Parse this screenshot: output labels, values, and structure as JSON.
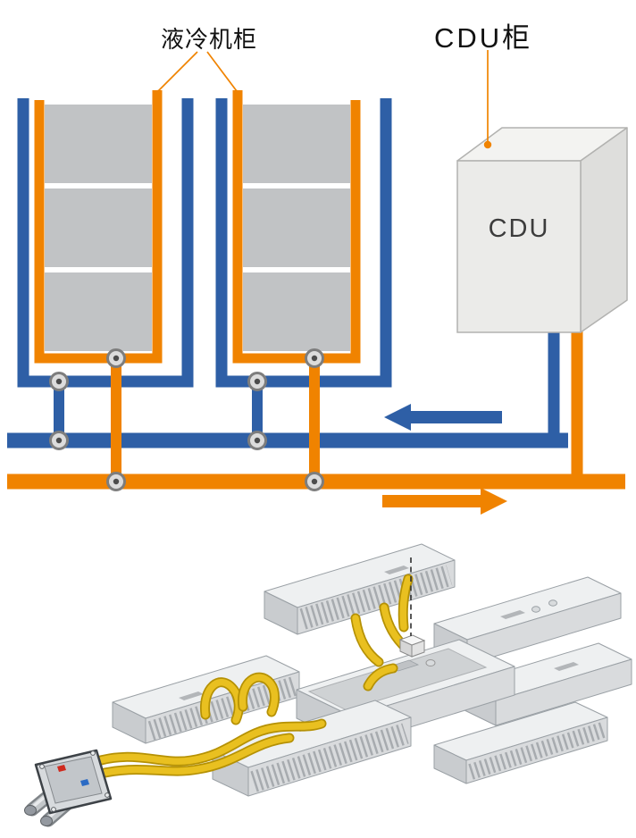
{
  "colors": {
    "pipe-blue": "#2e5fa6",
    "pipe-orange": "#f08300",
    "server-gray": "#c1c3c5",
    "hose-yellow": "#e9c020",
    "hose-dark": "#b59104"
  },
  "labels": {
    "liquid_cooling_cabinet": "液冷机柜",
    "cdu_cabinet": "CDU柜",
    "cdu_unit": "CDU"
  },
  "flow": {
    "return_main_color": "blue",
    "return_arrow_direction": "left",
    "supply_main_color": "orange",
    "supply_arrow_direction": "right"
  }
}
